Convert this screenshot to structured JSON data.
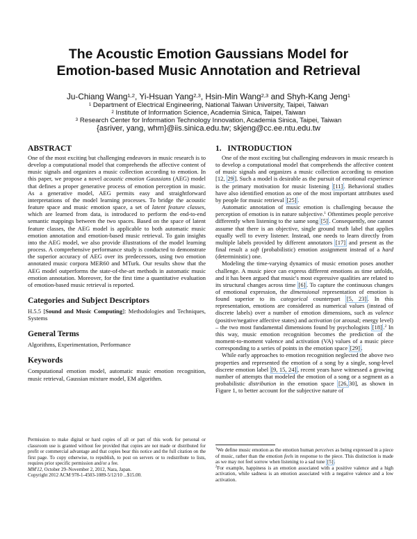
{
  "paper": {
    "title_line1": "The Acoustic Emotion Gaussians Model for",
    "title_line2": "Emotion-based Music Annotation and Retrieval",
    "authors": [
      {
        "name": "Ju-Chiang Wang",
        "sup": "1,2",
        "sep": ", "
      },
      {
        "name": "Yi-Hsuan Yang",
        "sup": "2,3",
        "sep": ", "
      },
      {
        "name": "Hsin-Min Wang",
        "sup": "2,3",
        "sep": " and "
      },
      {
        "name": "Shyh-Kang Jeng",
        "sup": "1",
        "sep": ""
      }
    ],
    "affiliations": [
      {
        "num": "1",
        "text": "Department of Electrical Engineering, National Taiwan University, Taipei, Taiwan"
      },
      {
        "num": "2",
        "text": "Institute of Information Science, Academia Sinica, Taipei, Taiwan"
      },
      {
        "num": "3",
        "text": "Research Center for Information Technology Innovation, Academia Sinica, Taipei, Taiwan"
      }
    ],
    "emails": "{asriver, yang, whm}@iis.sinica.edu.tw; skjeng@cc.ee.ntu.edu.tw"
  },
  "abstract": {
    "heading": "ABSTRACT",
    "t1": "One of the most exciting but challenging endeavors in music research is to develop a computational model that comprehends the affective content of music signals and organizes a music collection according to emotion. In this paper, we propose a novel ",
    "t1_em": "acoustic emotion Gaussians",
    "t2": " (AEG) model that defines a proper generative process of emotion perception in music. As a generative model, AEG permits easy and straightforward interpretations of the model learning processes. To bridge the acoustic feature space and music emotion space, a set of ",
    "t2_em": "latent feature classes",
    "t3": ", which are learned from data, is introduced to perform the end-to-end semantic mappings between the two spaces. Based on the space of latent feature classes, the AEG model is applicable to both automatic music emotion annotation and emotion-based music retrieval. To gain insights into the AEG model, we also provide illustrations of the model learning process. A comprehensive performance study is conducted to demonstrate the superior accuracy of AEG over its predecessors, using two emotion annotated music corpora MER60 and MTurk. Our results show that the AEG model outperforms the state-of-the-art methods in automatic music emotion annotation. Moreover, for the first time a quantitative evaluation of emotion-based music retrieval is reported."
  },
  "categories": {
    "heading": "Categories and Subject Descriptors",
    "code": "H.5.5 [",
    "bold": "Sound and Music Computing",
    "rest": "]: Methodologies and Techniques, Systems"
  },
  "general_terms": {
    "heading": "General Terms",
    "text": "Algorithms, Experimentation, Performance"
  },
  "keywords": {
    "heading": "Keywords",
    "text": "Computational emotion model, automatic music emotion recognition, music retrieval, Gaussian mixture model, EM algorithm."
  },
  "permission": {
    "text": "Permission to make digital or hard copies of all or part of this work for personal or classroom use is granted without fee provided that copies are not made or distributed for profit or commercial advantage and that copies bear this notice and the full citation on the first page. To copy otherwise, to republish, to post on servers or to redistribute to lists, requires prior specific permission and/or a fee.",
    "venue_em": "MM'12,",
    "venue": " October 29–November 2, 2012, Nara, Japan.",
    "copyright": "Copyright 2012 ACM 978-1-4503-1089-5/12/10 ...$15.00."
  },
  "introduction": {
    "heading": "1.   INTRODUCTION",
    "p1": {
      "a": "One of the most exciting but challenging endeavors in music research is to develop a computational model that comprehends the affective content of music signals and organizes a music collection according to emotion [12, ",
      "c1": "29",
      "b": "]. Such a model is desirable as the pursuit of emotional experience is the primary motivation for music listening ",
      "c2": "[11]",
      "c": ". Behavioral studies have also identified emotion as one of the most important attributes used by people for music retrieval ",
      "c3": "[25]",
      "d": "."
    },
    "p2": {
      "a": "Automatic annotation of music emotion is challenging because the perception of emotion is in nature subjective.",
      "fn": "1",
      "b": " Oftentimes people perceive differently when listening to the same song ",
      "c1": "[5]",
      "c": ". Consequently, one cannot assume that there is an objective, single ground truth label that applies equally well to every listener. Instead, one needs to learn directly from multiple labels provided by different annotators ",
      "c2": "[17]",
      "d": " and present as the final result a ",
      "em1": "soft",
      "e": " (probabilistic) emotion assignment instead of a ",
      "em2": "hard",
      "f": " (deterministic) one."
    },
    "p3": {
      "a": "Modeling the time-varying dynamics of music emotion poses another challenge. A music piece can express different emotions as time unfolds, and it has been argued that music's most expressive qualities are related to its structural changes across time ",
      "c1": "[6]",
      "b": ". To capture the continuous changes of emotional expression, the ",
      "em1": "dimensional",
      "c": " representation of emotion is found superior to its ",
      "em2": "categorical",
      "d": " counterpart ",
      "c2": "[5, 23]",
      "e": ". In this representation, emotions are considered as numerical values (instead of discrete labels) over a number of emotion dimensions, such as ",
      "em3": "valence",
      "f": " (positive/negative affective states) and ",
      "em4": "activation",
      "g": " (or arousal; energy level) – the two most fundamental dimensions found by psychologists ",
      "c3": "[18]",
      "fn": "2",
      "h": " In this way, music emotion recognition becomes the prediction of the moment-to-moment valence and activation (VA) values of a music piece corresponding to a series of points in the emotion space ",
      "c4": "[29]",
      "i": "."
    },
    "p4": {
      "a": "While early approaches to emotion recognition neglected the above two properties and represented the emotion of a song by a single, song-level discrete emotion label ",
      "c1": "[9, 15, 24]",
      "b": ", recent years have witnessed a growing number of attempts that modeled the emotion of a song or a segment as a probabilistic ",
      "em1": "distribution",
      "c": " in the emotion space ",
      "c2": "[26,",
      "d": "30], as shown in Figure 1, to better account for the subjective nature of"
    }
  },
  "footnotes": [
    {
      "num": "1",
      "a": "We define music emotion as the emotion human ",
      "em1": "perceives",
      "b": " as being expressed in a piece of music, rather than the emotion ",
      "em2": "feels",
      "c": " in response to the piece. This distinction is made as we may not feel sorrow when listening to a sad tune ",
      "cite": "[5]",
      "d": "."
    },
    {
      "num": "2",
      "a": "For example, happiness is an emotion associated with a positive valence and a high activation, while sadness is an emotion associated with a negative valence and a low activation."
    }
  ],
  "colors": {
    "text": "#111111",
    "citation_box": "#9cc6ee",
    "background": "#ffffff"
  }
}
